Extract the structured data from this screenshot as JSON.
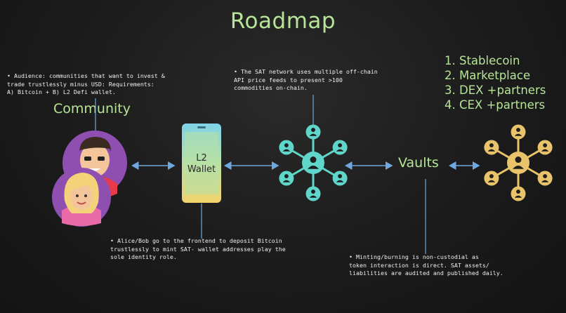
{
  "title": "Roadmap",
  "community": {
    "label": "Community",
    "note": [
      "• Audience: communities that want to invest &",
      "  trade trustlessly minus USD: Requirements:",
      "  A) Bitcoin + B) L2 Defi wallet."
    ]
  },
  "wallet": {
    "line1": "L2",
    "line2": "Wallet",
    "note": [
      "• Alice/Bob go to the frontend to deposit Bitcoin",
      "  trustlessly to mint SAT- wallet addresses play the",
      "  sole identity role."
    ]
  },
  "network": {
    "icon": "network-hub-icon",
    "note": [
      "• The SAT network uses multiple off-chain",
      "  API price feeds to present >100",
      "  commodities on-chain."
    ]
  },
  "vaults": {
    "label": "Vaults",
    "note": [
      "• Minting/burning is non-custodial as",
      "  token interaction is direct. SAT assets/",
      "  liabilities are audited and published daily."
    ]
  },
  "roadmap_items": [
    "1. Stablecoin",
    "2. Marketplace",
    "3. DEX +partners",
    "4. CEX +partners"
  ],
  "colors": {
    "accent_green": "#b7e597",
    "teal_network": "#5fd6c9",
    "gold_network": "#e8c36a",
    "arrow_blue": "#6ea8de",
    "avatar_purple": "#8e4fb0"
  }
}
